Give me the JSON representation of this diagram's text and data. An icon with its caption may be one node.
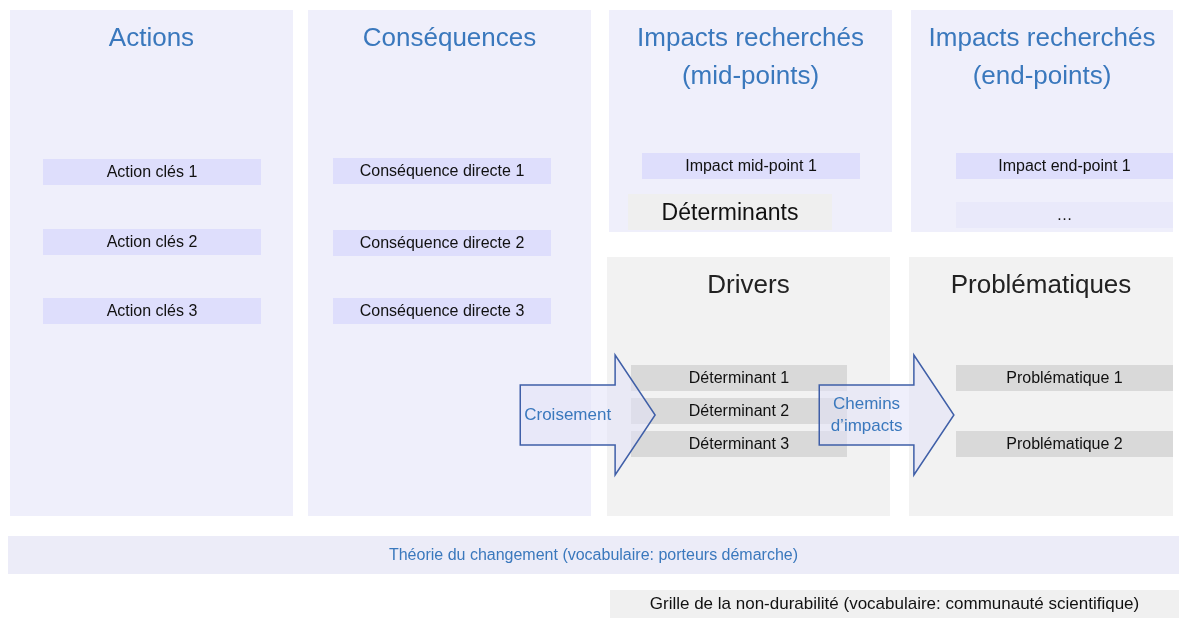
{
  "diagram": {
    "nodes": [
      {
        "text": [
          "Actions"
        ]
      },
      {
        "text": [
          "Action clés 1"
        ],
        "in": 0
      },
      {
        "text": [
          "Action clés 2"
        ],
        "in": 0
      },
      {
        "text": [
          "Action clés 3"
        ],
        "in": 0
      },
      {
        "text": [
          "Conséquences"
        ]
      },
      {
        "text": [
          "Conséquence directe 1"
        ],
        "in": 4
      },
      {
        "text": [
          "Conséquence directe 2"
        ],
        "in": 4
      },
      {
        "text": [
          "Conséquence directe 3"
        ],
        "in": 4
      },
      {
        "text": [
          "Impacts recherchés (mid-points)"
        ]
      },
      {
        "text": [
          "Impact mid-point 1"
        ],
        "in": 8
      },
      {
        "text": [
          "Déterminants"
        ],
        "in": 8
      },
      {
        "text": [
          "Impacts recherchés (end-points)"
        ]
      },
      {
        "text": [
          "Impact end-point 1"
        ],
        "in": 11
      },
      {
        "text": [
          "…"
        ],
        "in": 11
      },
      {
        "text": [
          "Drivers"
        ]
      },
      {
        "text": [
          "Déterminant 1"
        ],
        "in": 14
      },
      {
        "text": [
          "Déterminant 2"
        ],
        "in": 14
      },
      {
        "text": [
          "Déterminant 3"
        ],
        "in": 14
      },
      {
        "text": [
          "Problématiques"
        ]
      },
      {
        "text": [
          "Problématique 1"
        ],
        "in": 18
      },
      {
        "text": [
          "Problématique 2"
        ],
        "in": 18
      },
      {
        "text": [
          "Théorie du changement (vocabulaire: porteurs démarche)"
        ]
      },
      {
        "text": [
          "Grille de la non-durabilité (vocabulaire: communauté scientifique)"
        ]
      }
    ],
    "edges": [
      {
        "from": 4,
        "to": 14,
        "arrow": "to",
        "label": "Croisement"
      },
      {
        "from": 14,
        "to": 18,
        "arrow": "to",
        "label": "Chemins d’impacts"
      }
    ]
  }
}
